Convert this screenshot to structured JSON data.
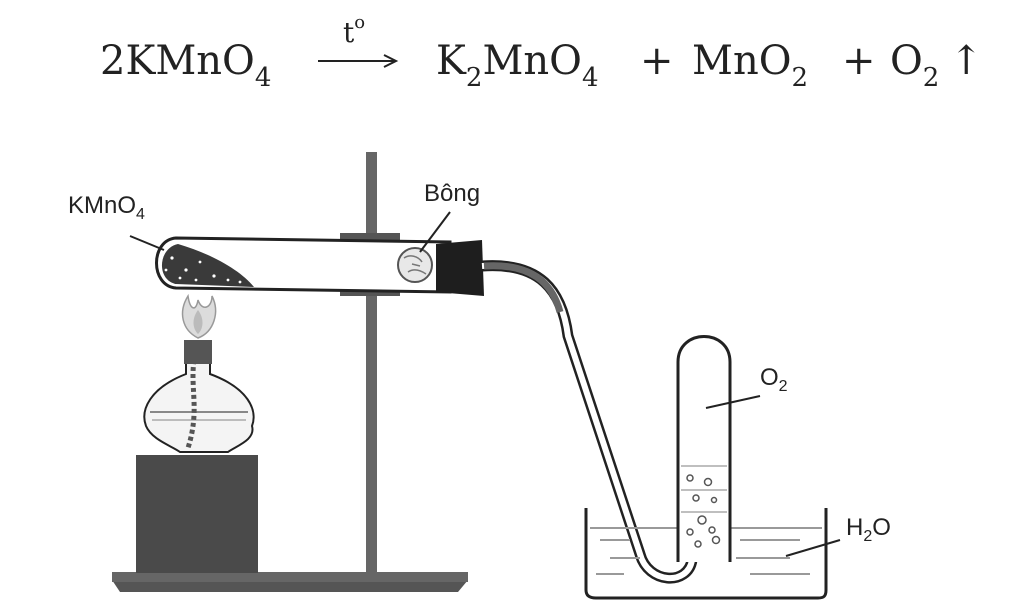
{
  "equation": {
    "reactant_coef": "2",
    "reactant": "KMnO",
    "reactant_sub": "4",
    "condition": "t",
    "condition_sup": "o",
    "product1_k": "K",
    "product1_k_sub": "2",
    "product1_rest": "MnO",
    "product1_sub": "4",
    "plus1": "+",
    "product2": "MnO",
    "product2_sub": "2",
    "plus2": "+",
    "product3": "O",
    "product3_sub": "2",
    "gas_arrow": "↑"
  },
  "labels": {
    "kmno4": "KMnO",
    "kmno4_sub": "4",
    "bong": "Bông",
    "o2": "O",
    "o2_sub": "2",
    "h2o_h": "H",
    "h2o_sub": "2",
    "h2o_o": "O"
  },
  "colors": {
    "ink": "#222222",
    "stand": "#555555",
    "powder": "#3a3a3a",
    "block": "#4a4a4a"
  }
}
